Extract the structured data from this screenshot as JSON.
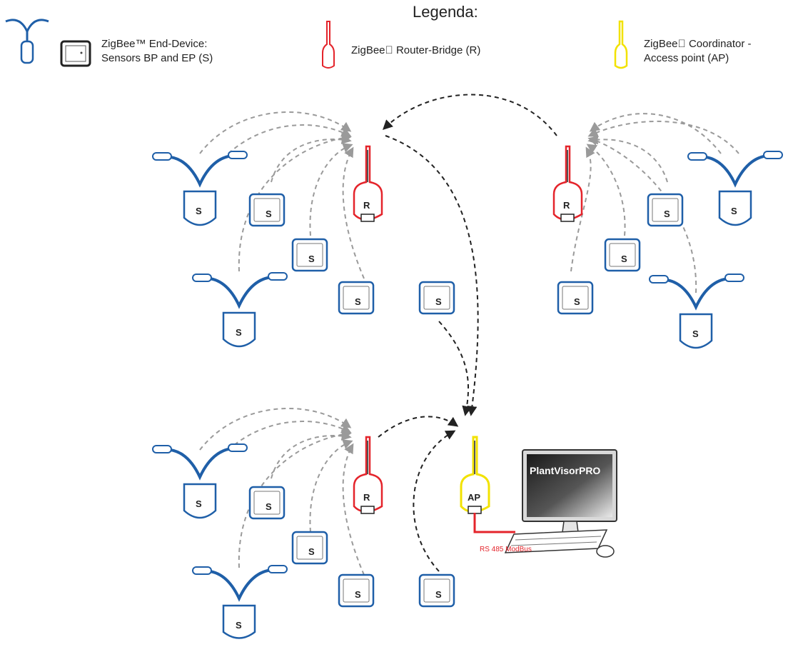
{
  "legend": {
    "title": "Legenda:",
    "end_device_line1": "ZigBee™  End-Device:",
    "end_device_line2": "Sensors BP and EP (S)",
    "router": "ZigBee\u0000  Router-Bridge (R)",
    "coordinator_line1": "ZigBee\u0000  Coordinator -",
    "coordinator_line2": "Access point (AP)"
  },
  "labels": {
    "sensor": "S",
    "router": "R",
    "access_point": "AP",
    "monitor_brand": "PlantVisorPRO",
    "bus": "RS 485 ModBus"
  },
  "colors": {
    "end_device": "#1f5fa8",
    "router": "#e4242b",
    "coordinator": "#f2e200",
    "gray_link": "#9a9a9a",
    "black_link": "#222222",
    "bus": "#e4242b"
  }
}
